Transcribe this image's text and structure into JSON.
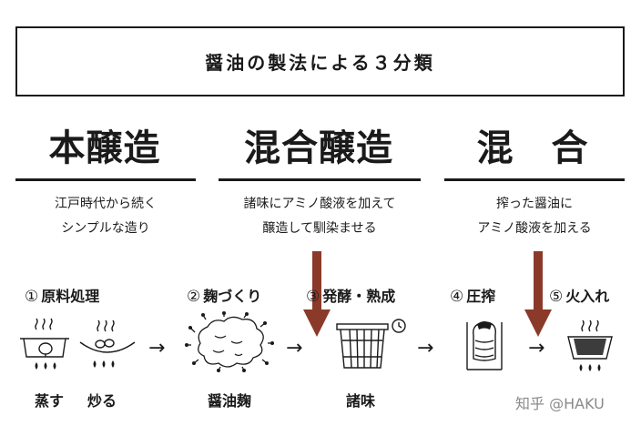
{
  "title": "醤油の製法による３分類",
  "methods": [
    {
      "name": "本醸造",
      "desc": [
        "江戸時代から続く",
        "シンプルな造り"
      ]
    },
    {
      "name": "混合醸造",
      "desc": [
        "諸味にアミノ酸液を加えて",
        "醸造して馴染ませる"
      ]
    },
    {
      "name": "混　合",
      "desc": [
        "搾った醤油に",
        "アミノ酸液を加える"
      ]
    }
  ],
  "steps": [
    {
      "num": "①",
      "label": "原料処理"
    },
    {
      "num": "②",
      "label": "麹づくり"
    },
    {
      "num": "③",
      "label": "発酵・熟成"
    },
    {
      "num": "④",
      "label": "圧搾"
    },
    {
      "num": "⑤",
      "label": "火入れ"
    }
  ],
  "bottom_labels": {
    "steam": "蒸す",
    "roast": "炒る",
    "koji": "醤油麹",
    "moromi": "諸味"
  },
  "arrow_glyph": "→",
  "watermark": "知乎 @HAKU",
  "colors": {
    "ink": "#1a1a1a",
    "arrow": "#8b3a2a"
  },
  "icons": [
    "steaming-pot-icon",
    "roasting-pan-icon",
    "koji-cluster-icon",
    "fermentation-barrel-icon",
    "press-icon",
    "heating-pot-icon"
  ]
}
